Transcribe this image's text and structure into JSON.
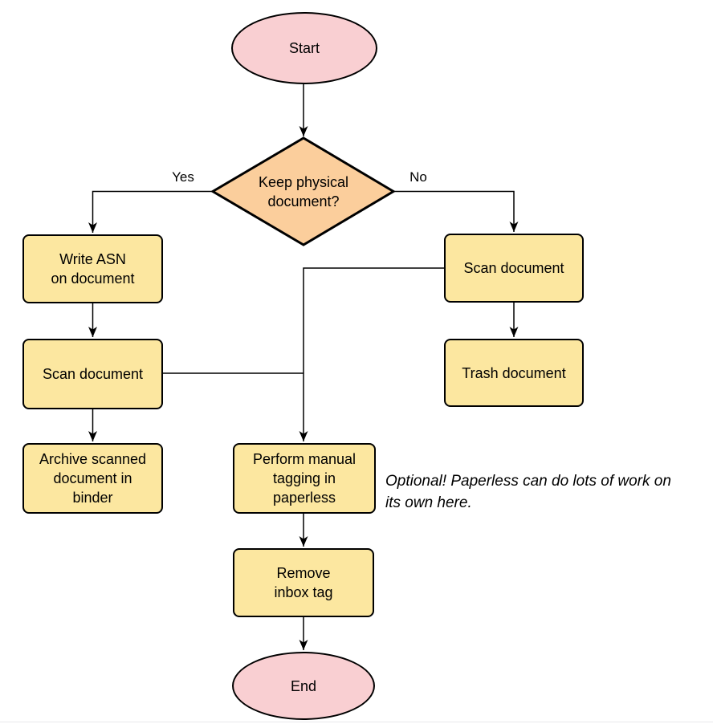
{
  "colors": {
    "process_fill": "#fce7a0",
    "decision_fill": "#fbce9c",
    "terminal_fill": "#f9cfd2",
    "stroke": "#000000",
    "divider": "#e8e8ea"
  },
  "nodes": {
    "start": {
      "label": "Start",
      "type": "terminal"
    },
    "keep_physical": {
      "label": "Keep physical\ndocument?",
      "type": "decision"
    },
    "write_asn": {
      "label": "Write ASN\non document",
      "type": "process"
    },
    "scan_document_left": {
      "label": "Scan document",
      "type": "process"
    },
    "archive_scanned": {
      "label": "Archive scanned\ndocument in\nbinder",
      "type": "process"
    },
    "scan_document_right": {
      "label": "Scan document",
      "type": "process"
    },
    "trash_document": {
      "label": "Trash document",
      "type": "process"
    },
    "perform_tagging": {
      "label": "Perform manual\ntagging in\npaperless",
      "type": "process"
    },
    "remove_inbox_tag": {
      "label": "Remove\ninbox tag",
      "type": "process"
    },
    "end": {
      "label": "End",
      "type": "terminal"
    }
  },
  "edges": [
    {
      "from": "start",
      "to": "keep_physical",
      "label": ""
    },
    {
      "from": "keep_physical",
      "to": "write_asn",
      "label": "Yes"
    },
    {
      "from": "keep_physical",
      "to": "scan_document_right",
      "label": "No"
    },
    {
      "from": "write_asn",
      "to": "scan_document_left",
      "label": ""
    },
    {
      "from": "scan_document_left",
      "to": "archive_scanned",
      "label": ""
    },
    {
      "from": "scan_document_left",
      "to": "perform_tagging",
      "label": ""
    },
    {
      "from": "scan_document_right",
      "to": "trash_document",
      "label": ""
    },
    {
      "from": "scan_document_right",
      "to": "perform_tagging",
      "label": ""
    },
    {
      "from": "perform_tagging",
      "to": "remove_inbox_tag",
      "label": ""
    },
    {
      "from": "remove_inbox_tag",
      "to": "end",
      "label": ""
    }
  ],
  "annotation": {
    "text": "Optional! Paperless can do lots of work on\nits own here."
  }
}
